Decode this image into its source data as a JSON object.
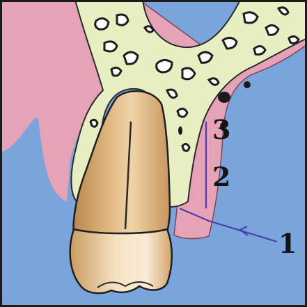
{
  "labels": {
    "one": "1",
    "two": "2",
    "three": "3"
  },
  "colors": {
    "background_blue": "#79a4dc",
    "gingiva_pink": "#e6a3b8",
    "bone_yellow": "#e7eec2",
    "tooth_tan": "#dfb07a",
    "pointer_purple": "#4a3fa8",
    "frame": "#1b1b1b"
  }
}
